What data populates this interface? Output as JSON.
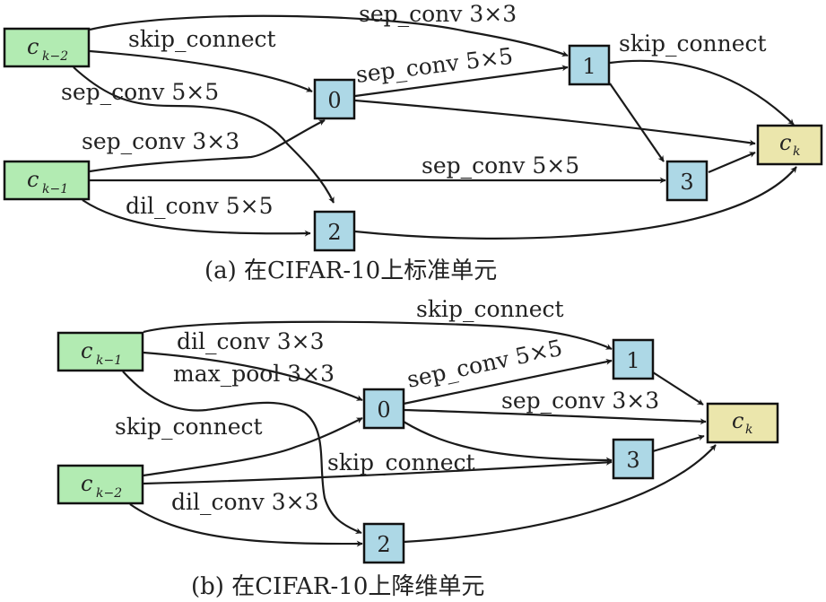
{
  "diagrams": [
    {
      "caption": "(a) 在CIFAR-10上标准单元",
      "nodes": {
        "ck2": {
          "main": "c",
          "sub": "k−2"
        },
        "ck1": {
          "main": "c",
          "sub": "k−1"
        },
        "n0": {
          "label": "0"
        },
        "n1": {
          "label": "1"
        },
        "n2": {
          "label": "2"
        },
        "n3": {
          "label": "3"
        },
        "ck": {
          "main": "c",
          "sub": "k"
        }
      },
      "edges": [
        {
          "from": "c_{k-2}",
          "to": "1",
          "label": "sep_conv 3×3"
        },
        {
          "from": "c_{k-2}",
          "to": "0",
          "label": "skip_connect"
        },
        {
          "from": "c_{k-2}",
          "to": "2",
          "label": "sep_conv 5×5"
        },
        {
          "from": "c_{k-1}",
          "to": "0",
          "label": "sep_conv 3×3"
        },
        {
          "from": "c_{k-1}",
          "to": "3",
          "label": "sep_conv 5×5"
        },
        {
          "from": "c_{k-1}",
          "to": "2",
          "label": "dil_conv 5×5"
        },
        {
          "from": "0",
          "to": "1",
          "label": "sep_conv 5×5"
        },
        {
          "from": "1",
          "to": "c_k",
          "label": "skip_connect"
        },
        {
          "from": "0",
          "to": "c_k",
          "label": ""
        },
        {
          "from": "1",
          "to": "3",
          "label": ""
        },
        {
          "from": "3",
          "to": "c_k",
          "label": ""
        },
        {
          "from": "2",
          "to": "c_k",
          "label": ""
        }
      ]
    },
    {
      "caption": "(b) 在CIFAR-10上降维单元",
      "nodes": {
        "ck1": {
          "main": "c",
          "sub": "k−1"
        },
        "ck2": {
          "main": "c",
          "sub": "k−2"
        },
        "n0": {
          "label": "0"
        },
        "n1": {
          "label": "1"
        },
        "n2": {
          "label": "2"
        },
        "n3": {
          "label": "3"
        },
        "ck": {
          "main": "c",
          "sub": "k"
        }
      },
      "edges": [
        {
          "from": "c_{k-1}",
          "to": "1",
          "label": "skip_connect"
        },
        {
          "from": "c_{k-1}",
          "to": "0",
          "label": "dil_conv 3×3"
        },
        {
          "from": "c_{k-1}",
          "to": "2",
          "label": "max_pool 3×3"
        },
        {
          "from": "c_{k-2}",
          "to": "0",
          "label": "skip_connect"
        },
        {
          "from": "c_{k-2}",
          "to": "3",
          "label": "skip_connect"
        },
        {
          "from": "c_{k-2}",
          "to": "2",
          "label": "dil_conv 3×3"
        },
        {
          "from": "0",
          "to": "1",
          "label": "sep_conv 5×5"
        },
        {
          "from": "0",
          "to": "c_k",
          "label": "sep_conv 3×3"
        },
        {
          "from": "0",
          "to": "3",
          "label": ""
        },
        {
          "from": "1",
          "to": "c_k",
          "label": ""
        },
        {
          "from": "3",
          "to": "c_k",
          "label": ""
        },
        {
          "from": "2",
          "to": "c_k",
          "label": ""
        }
      ]
    }
  ]
}
